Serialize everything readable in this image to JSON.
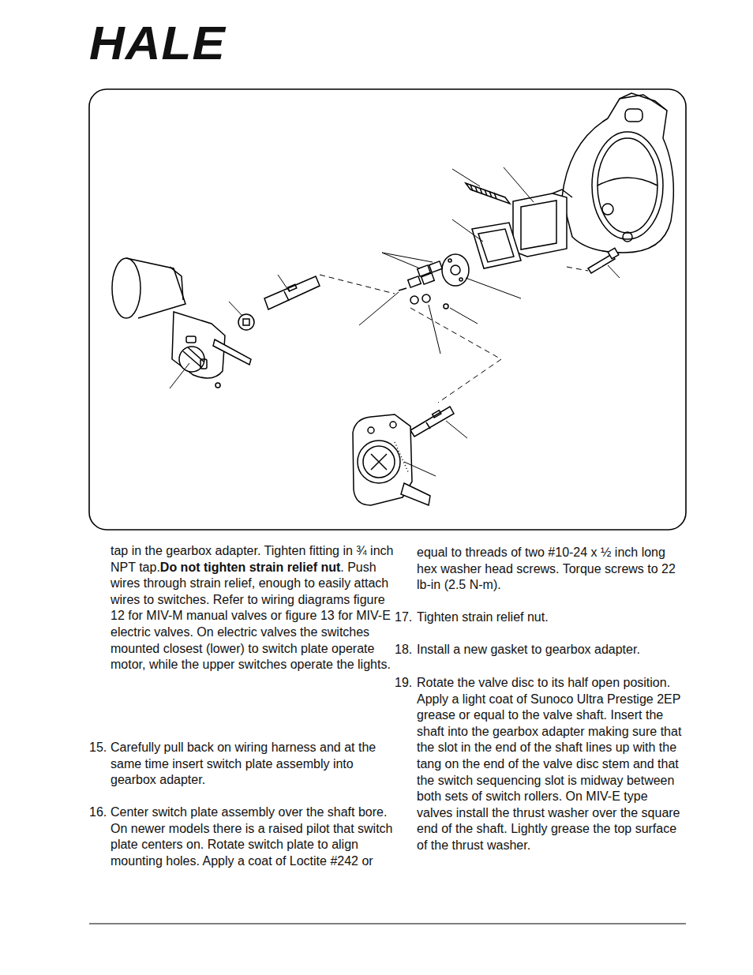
{
  "diagram": {
    "title": "HALE",
    "labels": [
      "tap in the gearbox adapter. Tighten fitting in ¾ inch NPT tap.",
      "Do not tighten strain relief nut",
      ". Push wires through strain relief, enough to easily attach wires to switches. Refer to wiring diagrams figure 12 for MIV-M manual valves or figure 13 for MIV-E electric valves. On electric valves the switches mounted closest (lower) to switch plate operate motor, while the upper switches operate the lights.",
      "15.",
      "Carefully pull back on wiring harness and at the same time insert switch plate assembly into gearbox adapter.",
      "16.",
      "Center switch plate assembly over the shaft bore. On newer models there is a raised pilot that switch plate centers on. Rotate switch plate to align mounting holes. Apply a coat of Loctite #242 or",
      "equal to threads of two #10-24 x ½ inch long hex washer head screws. Torque screws to 22 lb-in (2.5 N-m).",
      "17.",
      "Tighten strain relief nut.",
      "18.",
      "Install a new gasket to gearbox adapter.",
      "19.",
      "Rotate the valve disc to its half open position. Apply a light coat of Sunoco Ultra Prestige 2EP grease or equal to the valve shaft. Insert the shaft into the gearbox adapter making sure that the slot in the end of the shaft lines up with the tang on the end of the valve disc stem and that the switch sequencing slot is midway between both sets of switch rollers. On MIV-E type valves install the thrust washer over the square end of the shaft. Lightly grease the top surface of the thrust washer."
    ]
  }
}
